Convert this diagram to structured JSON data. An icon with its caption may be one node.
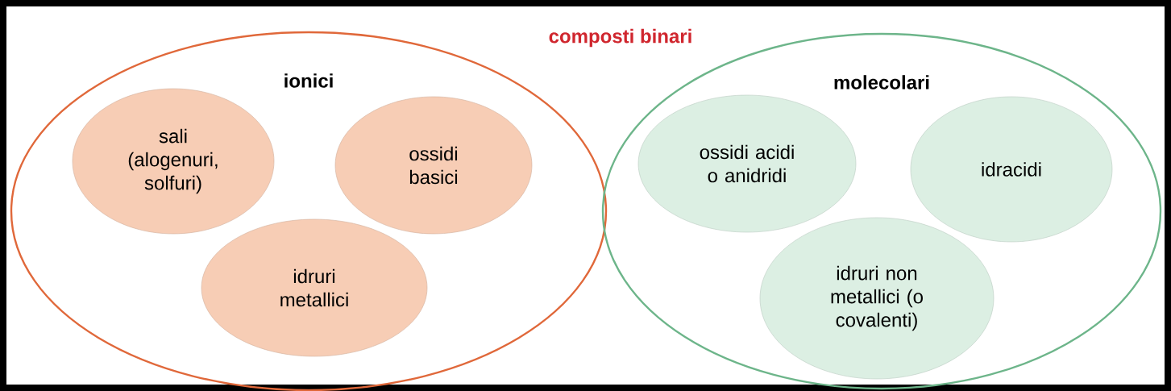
{
  "diagram": {
    "title": "composti binari",
    "nodes": [
      {
        "text": [
          "ionici"
        ]
      },
      {
        "text": [
          "sali (alogenuri, solfuri)"
        ],
        "in": 0
      },
      {
        "text": [
          "ossidi basici"
        ],
        "in": 0
      },
      {
        "text": [
          "idruri metallici"
        ],
        "in": 0
      },
      {
        "text": [
          "molecolari"
        ]
      },
      {
        "text": [
          "ossidi acidi o anidridi"
        ],
        "in": 4
      },
      {
        "text": [
          "idracidi"
        ],
        "in": 4
      },
      {
        "text": [
          "idruri non metallici (o covalenti)"
        ],
        "in": 4
      }
    ]
  }
}
